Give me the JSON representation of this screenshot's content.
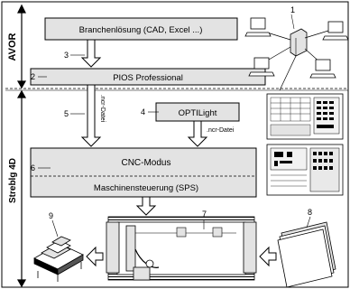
{
  "zones": {
    "upper": "AVOR",
    "lower": "Streblg 4D"
  },
  "blocks": {
    "branchen": "Branchenlösung (CAD, Excel ...)",
    "pios": "PIOS Professional",
    "optilight": "OPTILight",
    "cnc": "CNC-Modus",
    "sps": "Maschinensteuerung (SPS)"
  },
  "files": {
    "left": ".ncr-Datei",
    "right": ".ncr-Datei"
  },
  "numbers": {
    "n1": "1",
    "n2": "2",
    "n3": "3",
    "n4": "4",
    "n5": "5",
    "n6": "6",
    "n7": "7",
    "n8": "8",
    "n9": "9"
  },
  "colors": {
    "block_fill": "#e3e3e3",
    "line": "#000000",
    "background": "#ffffff"
  }
}
